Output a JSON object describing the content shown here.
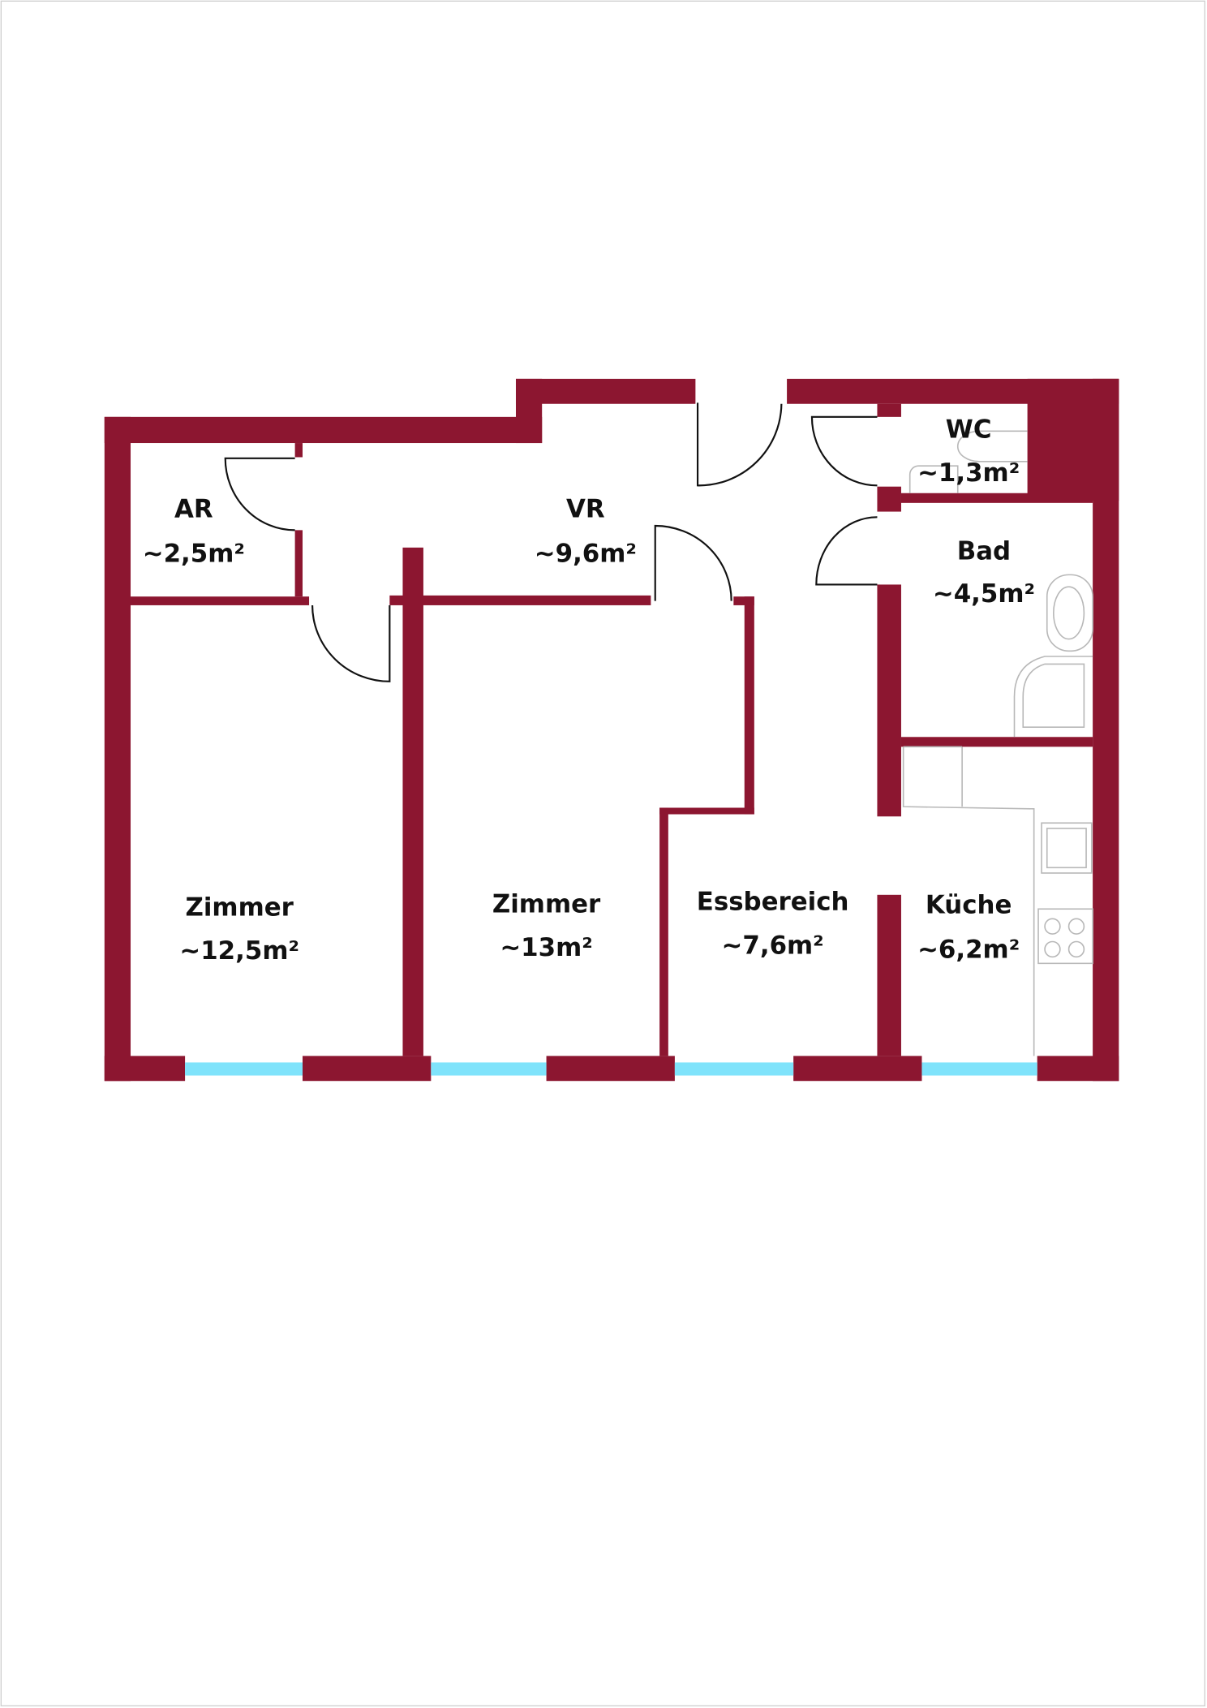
{
  "colors": {
    "wall": "#8c1630",
    "window": "#7fe3fb",
    "fixture": "#b8b8b8"
  },
  "rooms": [
    {
      "name": "AR",
      "area": "~2,5m²"
    },
    {
      "name": "VR",
      "area": "~9,6m²"
    },
    {
      "name": "WC",
      "area": "~1,3m²"
    },
    {
      "name": "Bad",
      "area": "~4,5m²"
    },
    {
      "name": "Zimmer",
      "area": "~12,5m²"
    },
    {
      "name": "Zimmer",
      "area": "~13m²"
    },
    {
      "name": "Essbereich",
      "area": "~7,6m²"
    },
    {
      "name": "Küche",
      "area": "~6,2m²"
    }
  ]
}
